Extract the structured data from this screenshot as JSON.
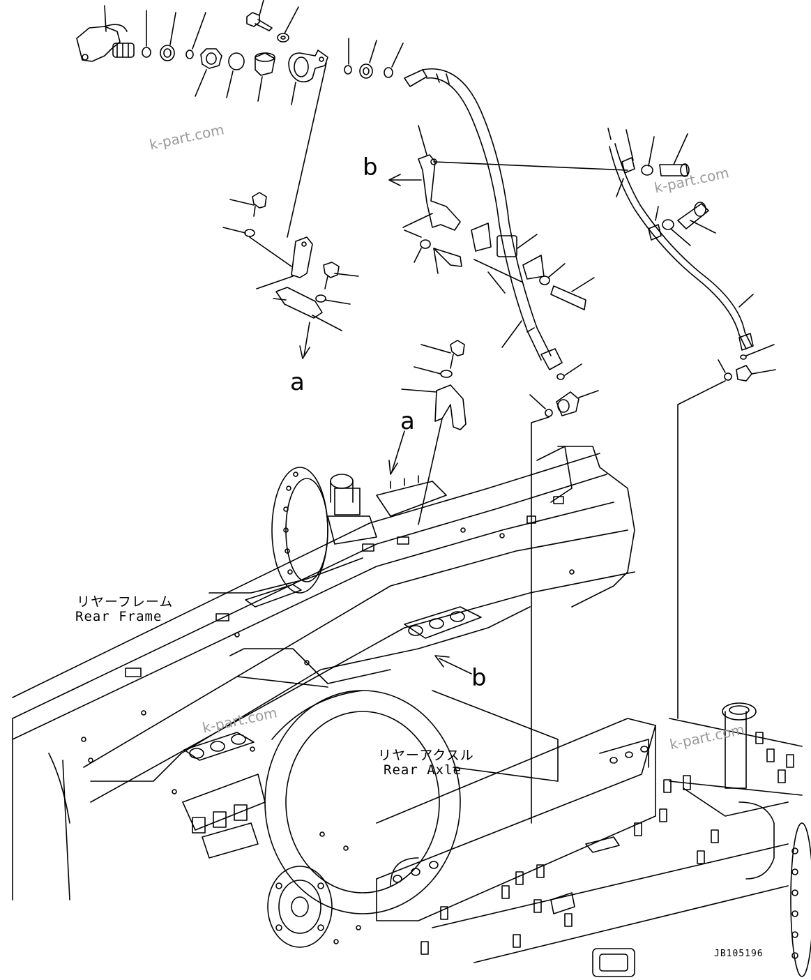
{
  "labels": {
    "callout_a_upper": "a",
    "callout_b_upper": "b",
    "callout_a_lower": "a",
    "callout_b_lower": "b",
    "rear_frame_jp": "リヤーフレーム",
    "rear_frame_en": "Rear Frame",
    "rear_axle_jp": "リヤーアクスル",
    "rear_axle_en": "Rear Axle",
    "drawing_code": "JB105196"
  },
  "watermarks": [
    "k-part.com",
    "k-part.com",
    "k-part.com",
    "k-part.com"
  ],
  "colors": {
    "line": "#000000",
    "watermark": "#9a9a9a",
    "background": "#ffffff"
  }
}
